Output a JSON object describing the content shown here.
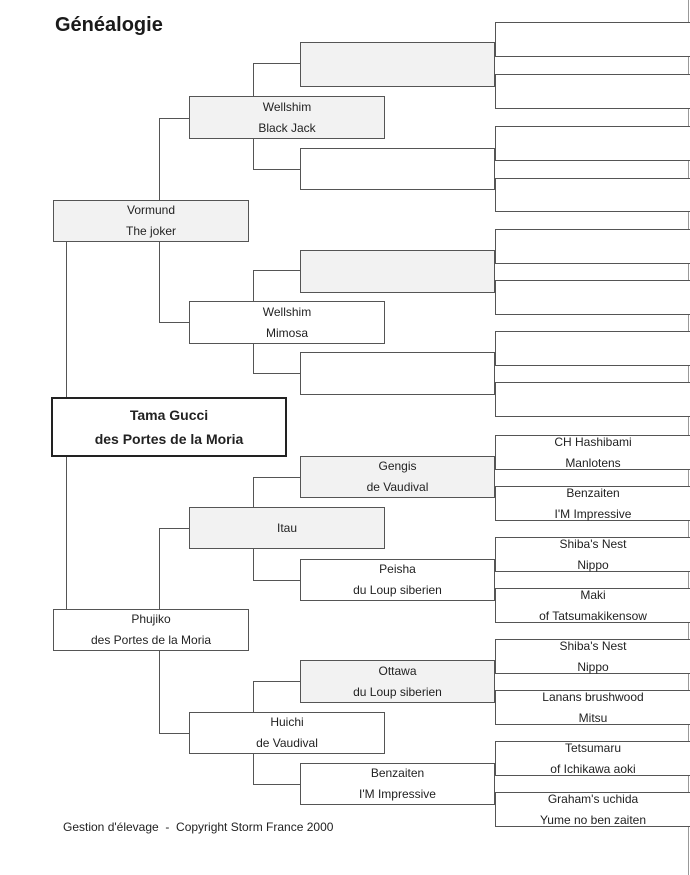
{
  "title": "Généalogie",
  "subject": {
    "line1": "Tama Gucci",
    "line2": "des Portes de la Moria"
  },
  "sire": {
    "line1": "Vormund",
    "line2": "The joker"
  },
  "dam": {
    "line1": "Phujiko",
    "line2": "des Portes de la Moria"
  },
  "grand_sire_sire": {
    "line1": "Wellshim",
    "line2": "Black Jack"
  },
  "grand_sire_dam": {
    "line1": "Wellshim",
    "line2": "Mimosa"
  },
  "grand_dam_sire": {
    "line1": "Itau",
    "line2": ""
  },
  "grand_dam_dam": {
    "line1": "Huichi",
    "line2": "de Vaudival"
  },
  "gen3": [
    {
      "line1": "",
      "line2": ""
    },
    {
      "line1": "",
      "line2": ""
    },
    {
      "line1": "",
      "line2": ""
    },
    {
      "line1": "",
      "line2": ""
    },
    {
      "line1": "Gengis",
      "line2": "de Vaudival"
    },
    {
      "line1": "Peisha",
      "line2": "du Loup siberien"
    },
    {
      "line1": "Ottawa",
      "line2": "du Loup siberien"
    },
    {
      "line1": "Benzaiten",
      "line2": "I'M Impressive"
    }
  ],
  "gen4": [
    {
      "line1": "",
      "line2": ""
    },
    {
      "line1": "",
      "line2": ""
    },
    {
      "line1": "",
      "line2": ""
    },
    {
      "line1": "",
      "line2": ""
    },
    {
      "line1": "",
      "line2": ""
    },
    {
      "line1": "",
      "line2": ""
    },
    {
      "line1": "",
      "line2": ""
    },
    {
      "line1": "",
      "line2": ""
    },
    {
      "line1": "CH Hashibami",
      "line2": "Manlotens"
    },
    {
      "line1": "Benzaiten",
      "line2": "I'M Impressive"
    },
    {
      "line1": "Shiba's Nest",
      "line2": "Nippo"
    },
    {
      "line1": "Maki",
      "line2": "of Tatsumakikensow"
    },
    {
      "line1": "Shiba's Nest",
      "line2": "Nippo"
    },
    {
      "line1": "Lanans brushwood",
      "line2": "Mitsu"
    },
    {
      "line1": "Tetsumaru",
      "line2": "of Ichikawa aoki"
    },
    {
      "line1": "Graham's uchida",
      "line2": "Yume no ben zaiten"
    }
  ],
  "footer": "Gestion d'élevage  -  Copyright Storm France 2000"
}
